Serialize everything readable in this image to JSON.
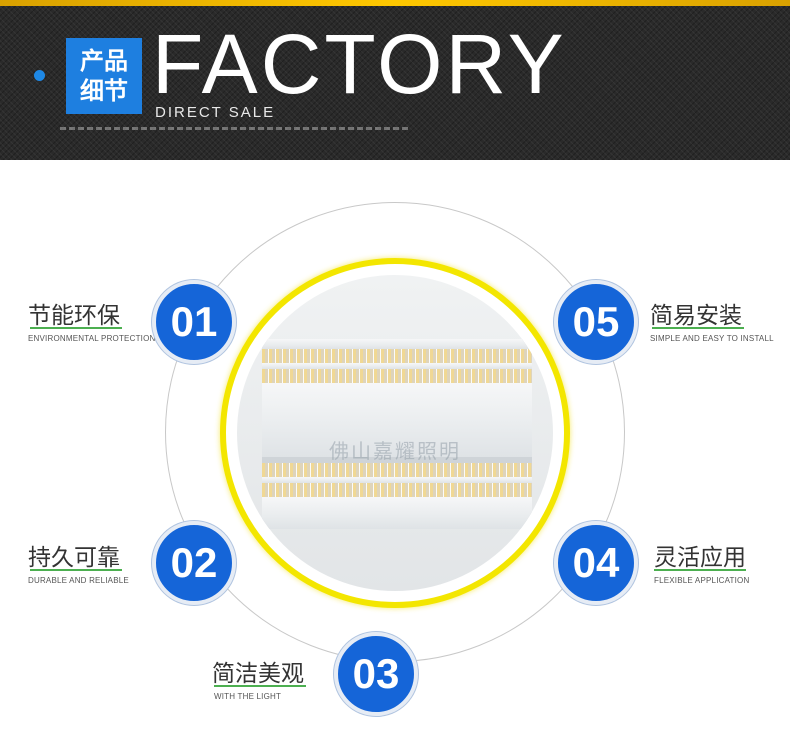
{
  "banner": {
    "badge_line1": "产品",
    "badge_line2": "细节",
    "title": "FACTORY",
    "subtitle": "DIRECT SALE",
    "accent_color": "#1e7fe0",
    "top_line_color": "#ffc800"
  },
  "center": {
    "watermark": "佛山嘉耀照明",
    "ring_color": "#f3e600"
  },
  "features": [
    {
      "number": "01",
      "title": "节能环保",
      "subtitle": "ENVIRONMENTAL PROTECTION"
    },
    {
      "number": "02",
      "title": "持久可靠",
      "subtitle": "DURABLE AND RELIABLE"
    },
    {
      "number": "03",
      "title": "简洁美观",
      "subtitle": "WITH THE LIGHT"
    },
    {
      "number": "04",
      "title": "灵活应用",
      "subtitle": "FLEXIBLE APPLICATION"
    },
    {
      "number": "05",
      "title": "简易安装",
      "subtitle": "SIMPLE AND EASY TO INSTALL"
    }
  ],
  "colors": {
    "number_circle": "#1565d8",
    "underline": "#4caf50"
  }
}
